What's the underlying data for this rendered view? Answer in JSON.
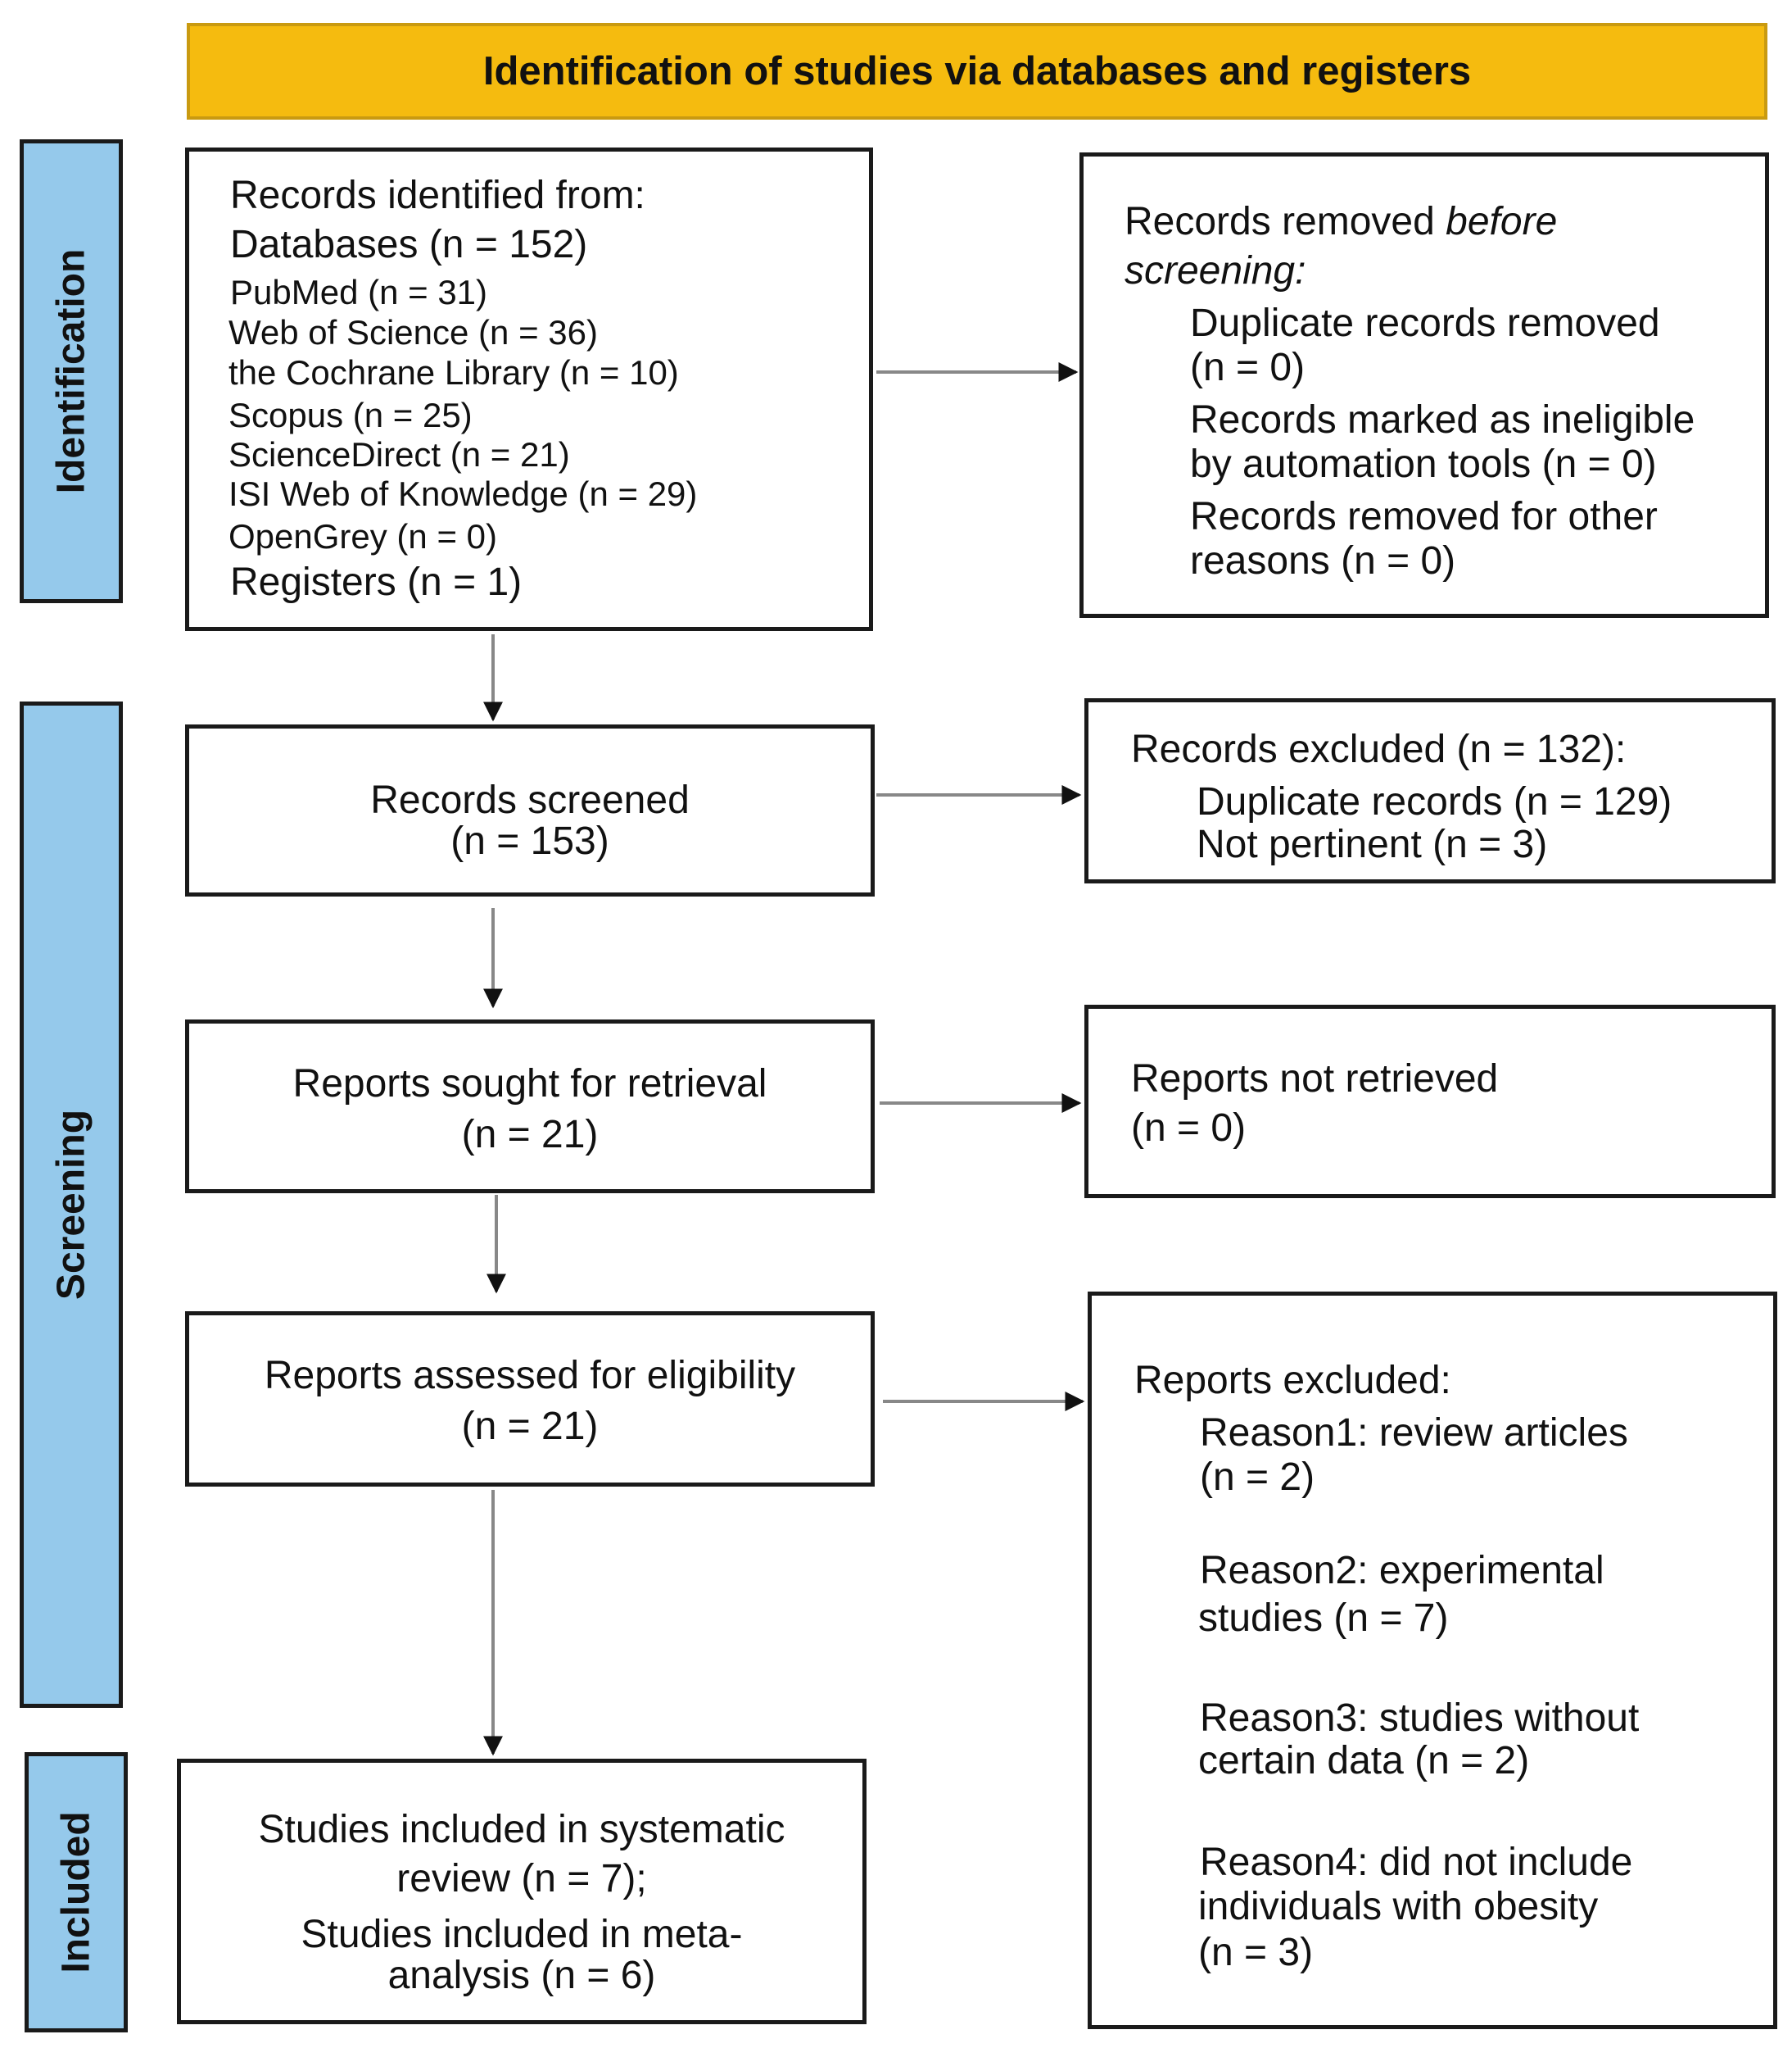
{
  "header": "Identification of studies via databases and registers",
  "stages": {
    "identification": "Identification",
    "screening": "Screening",
    "included": "Included"
  },
  "identified": {
    "title": "Records identified from:",
    "databases": "Databases (n =  152)",
    "sources": [
      "PubMed  (n = 31)",
      "Web of Science (n = 36)",
      "the Cochrane  Library  (n =  10)",
      "Scopus  (n = 25)",
      "ScienceDirect  (n = 21)",
      "ISI Web of Knowledge  (n =  29)",
      "OpenGrey  (n = 0)"
    ],
    "registers": "Registers  (n =  1)"
  },
  "removed": {
    "title_prefix": "Records removed ",
    "title_italic": "before",
    "title_line2": "screening:",
    "lines": [
      "Duplicate records removed",
      "(n = 0)",
      "Records marked as ineligible",
      "by automation tools  (n = 0)",
      "Records removed for other",
      "reasons  (n = 0)"
    ]
  },
  "screened": {
    "line1": "Records screened",
    "line2": "(n  =  153)"
  },
  "excluded": {
    "title": "Records excluded (n =  132):",
    "line1": "Duplicate records (n  =  129)",
    "line2": "Not pertinent (n = 3)"
  },
  "sought": {
    "line1": "Reports sought for retrieval",
    "line2": "(n = 21)"
  },
  "not_retrieved": {
    "line1": "Reports not  retrieved",
    "line2": "(n = 0)"
  },
  "assessed": {
    "line1": "Reports assessed for eligibility",
    "line2": "(n = 21)"
  },
  "reports_excluded": {
    "title": "Reports excluded:",
    "lines": [
      "Reason1:  review articles",
      " (n = 2)",
      "Reason2:  experimental",
      "studies (n = 7)",
      "Reason3:  studies without",
      "certain data (n = 2)",
      "Reason4: did  not include",
      "individuals with obesity",
      "(n = 3)"
    ]
  },
  "included_box": {
    "line1": "Studies included in systematic",
    "line2": "review  (n  = 7);",
    "line3": "Studies included in meta-",
    "line4": "analysis (n = 6)"
  }
}
